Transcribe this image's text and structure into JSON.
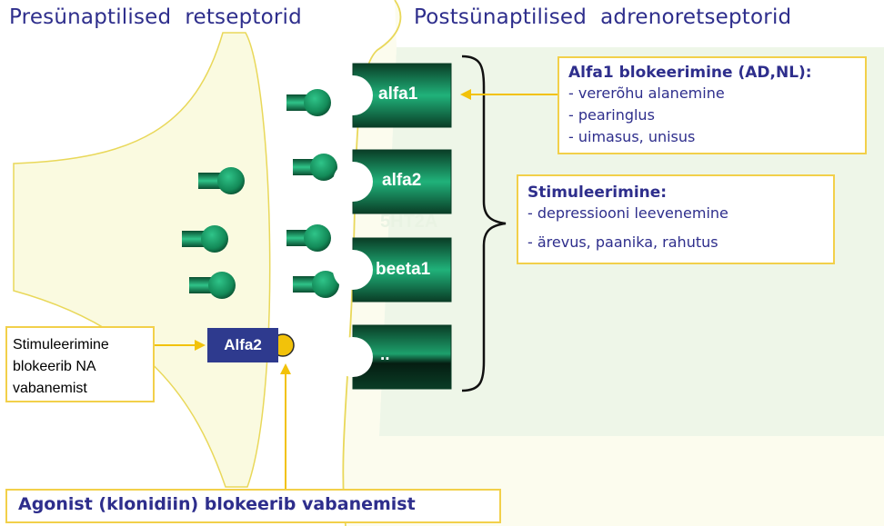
{
  "titles": {
    "presynaptic": "Presünaptilised  retseptorid",
    "postsynaptic": "Postsünaptilised  adrenoretseptorid"
  },
  "receptors": [
    {
      "label": "alfa1"
    },
    {
      "label": "alfa2"
    },
    {
      "label": "beeta1"
    },
    {
      "label": ".."
    }
  ],
  "ghost_label": "5HT2A",
  "presynaptic_receptor": {
    "label": "Alfa2"
  },
  "alfa1_box": {
    "title": "Alfa1 blokeerimine (AD,NL):",
    "items": [
      "- vererõhu alanemine",
      "- pearinglus",
      "- uimasus, unisus"
    ]
  },
  "stimulation_box": {
    "title": "Stimuleerimine:",
    "items": [
      "- depressiooni leevenemine",
      "- ärevus, paanika, rahutus"
    ]
  },
  "na_box": {
    "lines": [
      "Stimuleerimine",
      "blokeerib NA",
      "vabanemist"
    ]
  },
  "agonist_box": {
    "text": "Agonist (klonidiin) blokeerib vabanemist"
  },
  "colors": {
    "title_text": "#2e2e8c",
    "box_border": "#f2d04a",
    "neuron_fill": "#fafae0",
    "postsynaptic_bg": "#eef6e8",
    "receptor_dark": "#0a3d26",
    "receptor_light": "#20b27a",
    "presynaptic_receptor": "#2e3a8e",
    "agonist_circle": "#f2c20a"
  }
}
